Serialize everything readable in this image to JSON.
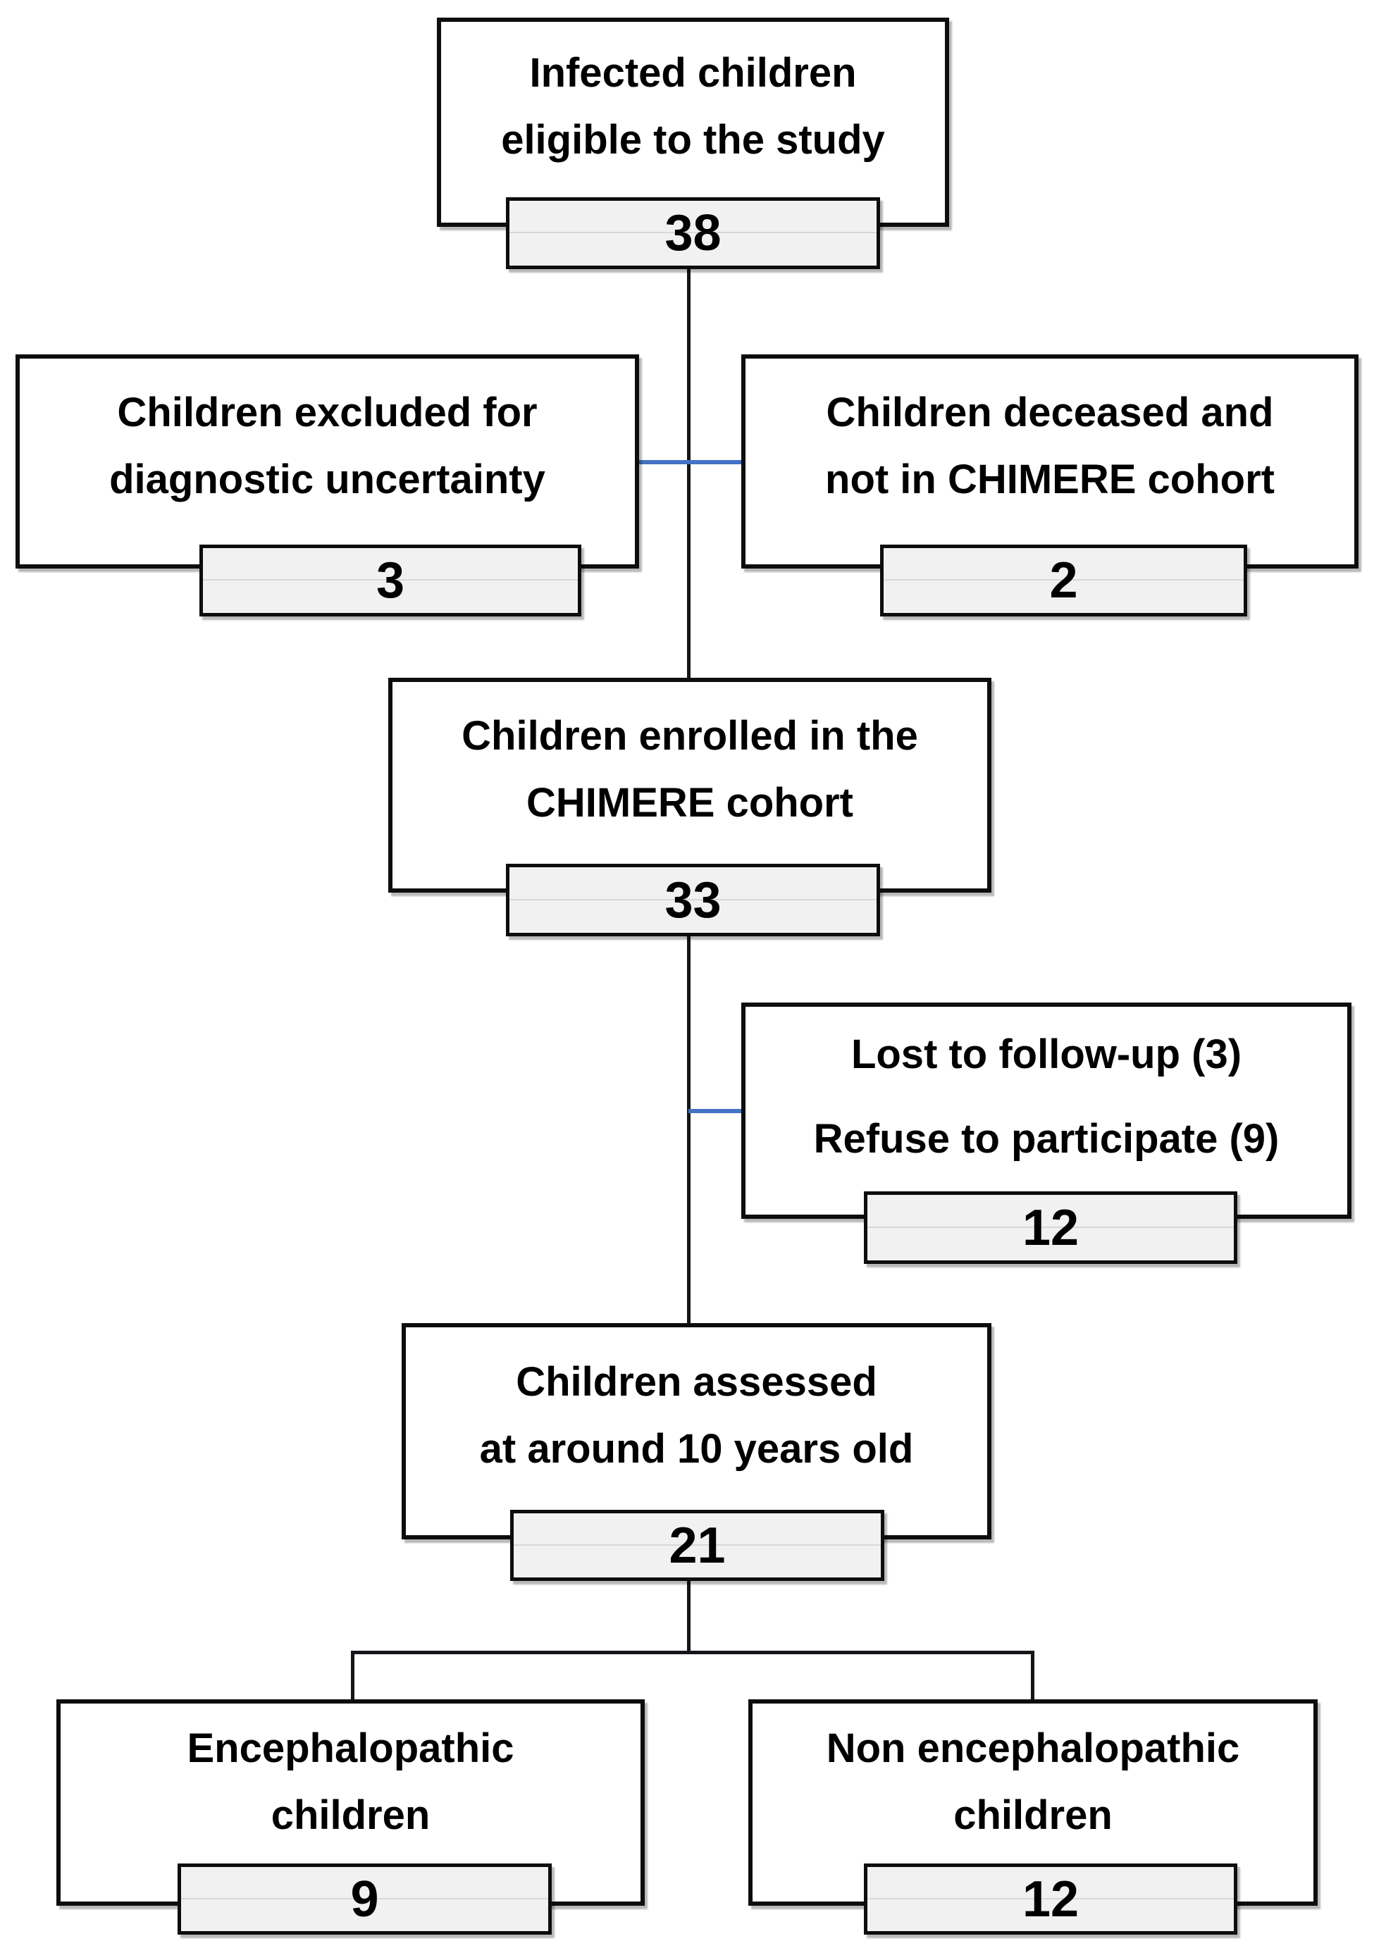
{
  "diagram": {
    "type": "study-enrollment-flowchart",
    "colors": {
      "connector_blue": "#4472c4",
      "connector_dark": "#15161a",
      "box_border": "#0d0d0d",
      "count_fill": "#f1f1f1",
      "background": "#ffffff"
    }
  },
  "nodes": [
    {
      "id": "eligible",
      "lines": [
        "Infected children",
        "eligible to the study"
      ],
      "count": "38"
    },
    {
      "id": "excluded",
      "lines": [
        "Children excluded for",
        "diagnostic uncertainty"
      ],
      "count": "3"
    },
    {
      "id": "deceased",
      "lines": [
        "Children deceased and",
        "not in CHIMERE cohort"
      ],
      "count": "2"
    },
    {
      "id": "enrolled",
      "lines": [
        "Children enrolled in the",
        "CHIMERE cohort"
      ],
      "count": "33"
    },
    {
      "id": "lost-refuse",
      "lines": [
        "Lost to follow-up (3)",
        "Refuse to participate (9)"
      ],
      "count": "12"
    },
    {
      "id": "assessed",
      "lines": [
        "Children assessed",
        "at around 10 years old"
      ],
      "count": "21"
    },
    {
      "id": "encephalopathic",
      "lines": [
        "Encephalopathic",
        "children"
      ],
      "count": "9"
    },
    {
      "id": "non-encephalopathic",
      "lines": [
        "Non encephalopathic",
        "children"
      ],
      "count": "12"
    }
  ]
}
